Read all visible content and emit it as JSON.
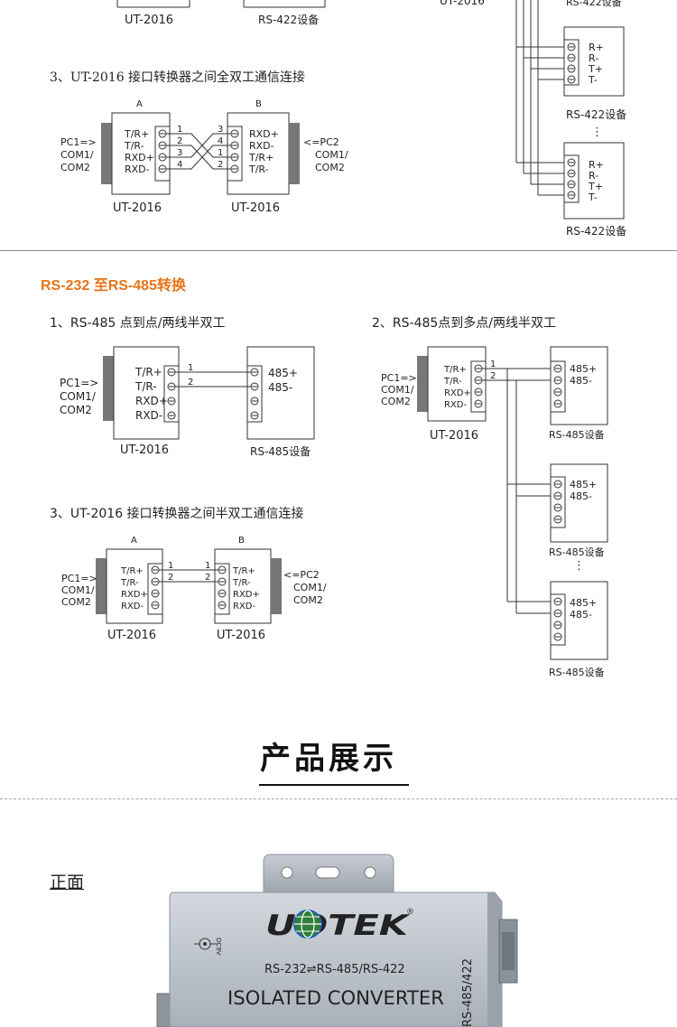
{
  "top": {
    "labels": {
      "ut2016": "UT-2016",
      "rs422_device": "RS-422设备"
    }
  },
  "section3_full": {
    "heading": "3、UT-2016 接口转换器之间全双工通信连接",
    "label_a": "A",
    "label_b": "B",
    "left_pc": [
      "PC1=>",
      "COM1/",
      "COM2"
    ],
    "right_pc": [
      "<=PC2",
      "COM1/",
      "COM2"
    ],
    "a_pins": [
      "T/R+",
      "T/R-",
      "RXD+",
      "RXD-"
    ],
    "b_pins": [
      "RXD+",
      "RXD-",
      "T/R+",
      "T/R-"
    ],
    "a_nums": [
      "1",
      "2",
      "3",
      "4"
    ],
    "b_nums": [
      "3",
      "4",
      "1",
      "2"
    ],
    "a_caption": "UT-2016",
    "b_caption": "UT-2016"
  },
  "multi422": {
    "device_pins": [
      "R+",
      "R-",
      "T+",
      "T-"
    ],
    "device_caption": "RS-422设备",
    "ellipsis": "⋮"
  },
  "rs485_section": {
    "title": "RS-232 至RS-485转换",
    "d1": {
      "heading": "1、RS-485 点到点/两线半双工",
      "pc": [
        "PC1=>",
        "COM1/",
        "COM2"
      ],
      "pins": [
        "T/R+",
        "T/R-",
        "RXD+",
        "RXD-"
      ],
      "nums": [
        "1",
        "2"
      ],
      "device_pins": [
        "485+",
        "485-"
      ],
      "caption": "UT-2016",
      "device_caption": "RS-485设备"
    },
    "d2": {
      "heading": "2、RS-485点到多点/两线半双工",
      "pc": [
        "PC1=>",
        "COM1/",
        "COM2"
      ],
      "pins": [
        "T/R+",
        "T/R-",
        "RXD+",
        "RXD-"
      ],
      "nums": [
        "1",
        "2"
      ],
      "device_pins": [
        "485+",
        "485-"
      ],
      "caption": "UT-2016",
      "device_caption": "RS-485设备",
      "ellipsis": "⋮"
    },
    "d3": {
      "heading": "3、UT-2016 接口转换器之间半双工通信连接",
      "label_a": "A",
      "label_b": "B",
      "left_pc": [
        "PC1=>",
        "COM1/",
        "COM2"
      ],
      "right_pc": [
        "<=PC2",
        "COM1/",
        "COM2"
      ],
      "a_pins": [
        "T/R+",
        "T/R-",
        "RXD+",
        "RXD-"
      ],
      "b_pins": [
        "T/R+",
        "T/R-",
        "RXD+",
        "RXD-"
      ],
      "a_nums": [
        "1",
        "2"
      ],
      "b_nums": [
        "1",
        "2"
      ],
      "a_caption": "UT-2016",
      "b_caption": "UT-2016"
    }
  },
  "product": {
    "title": "产品展示",
    "front_label": "正面",
    "brand": "UOTEK",
    "registered": "®",
    "protocol": "RS-232⇌RS-485/RS-422",
    "device_name": "ISOLATED CONVERTER",
    "side_text": "RS-485/422",
    "dc_label": "DC9V"
  },
  "colors": {
    "accent_orange": "#e87519",
    "line": "#333333",
    "device_gray": "#bcc2ca",
    "brand_blue": "#1f5fae"
  }
}
